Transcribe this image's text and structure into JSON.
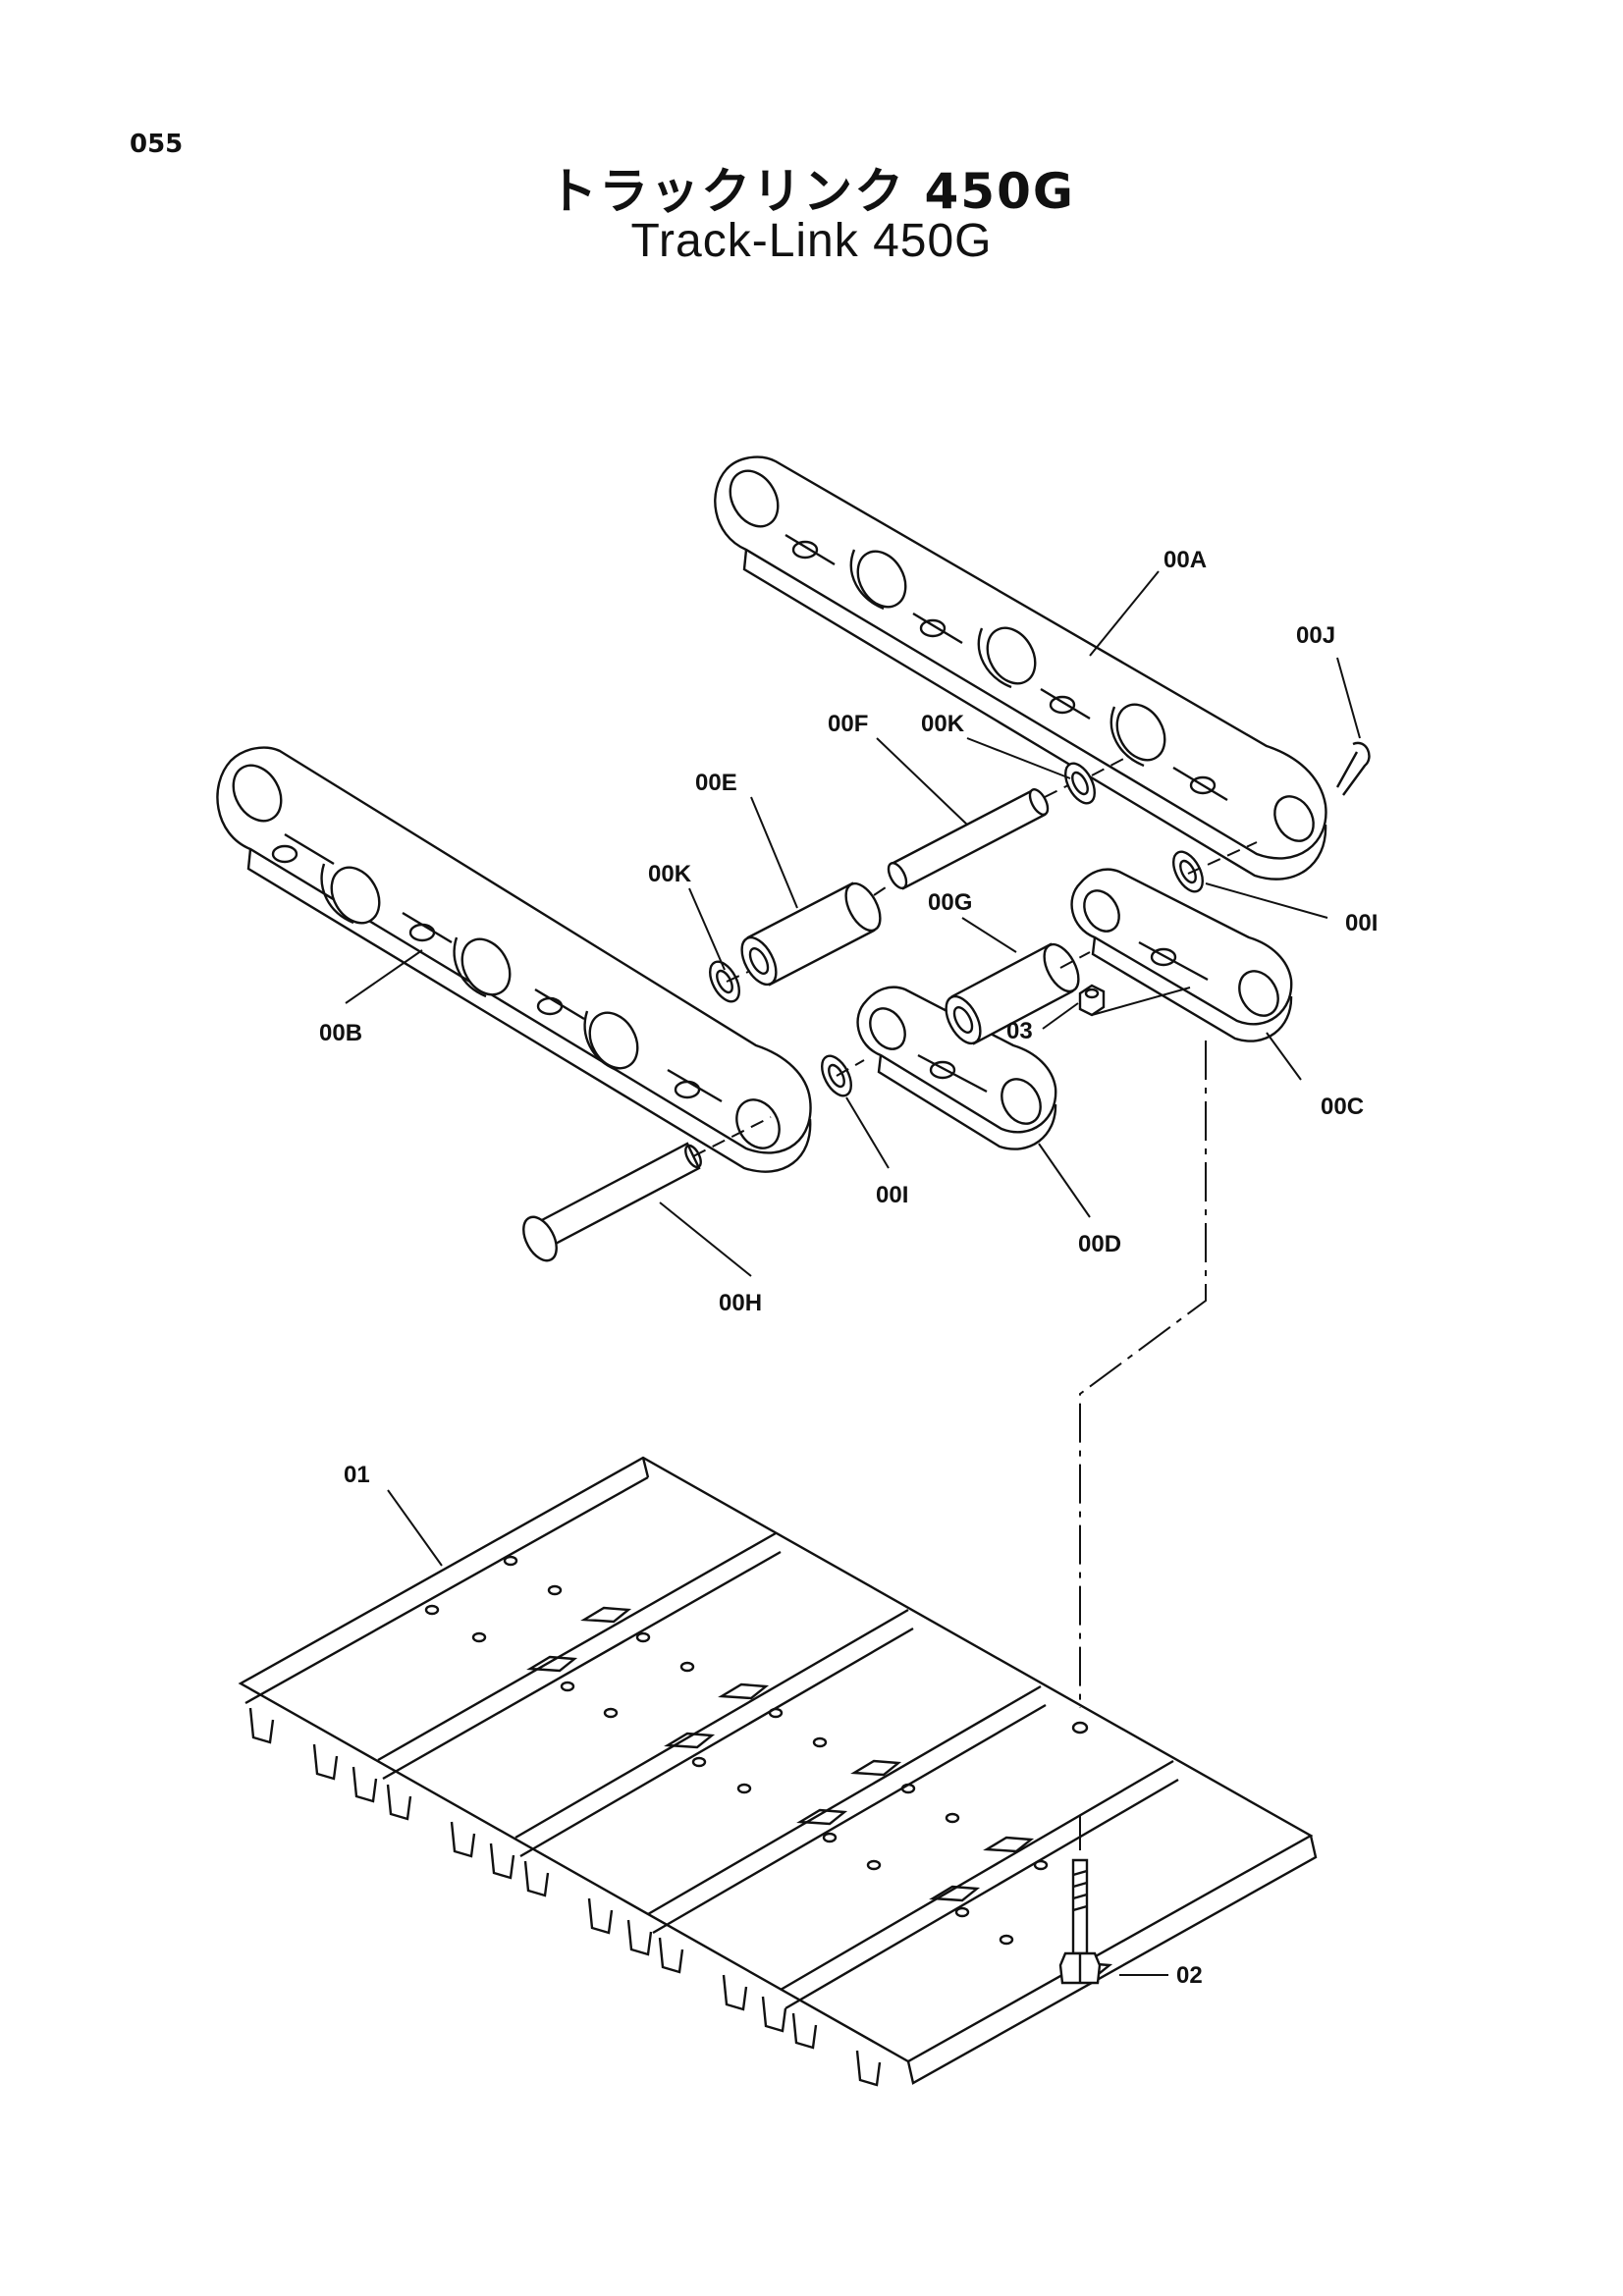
{
  "page": {
    "number": "055",
    "title_ja": "トラックリンク 450G",
    "title_en": "Track-Link 450G"
  },
  "labels": {
    "p00A": "00A",
    "p00J": "00J",
    "p00F": "00F",
    "p00K_top": "00K",
    "p00E": "00E",
    "p00K_mid": "00K",
    "p00G": "00G",
    "p00I_right": "00I",
    "p00B": "00B",
    "p03": "03",
    "p00C": "00C",
    "p00I_mid": "00I",
    "p00D": "00D",
    "p00H": "00H",
    "p01": "01",
    "p02": "02"
  }
}
